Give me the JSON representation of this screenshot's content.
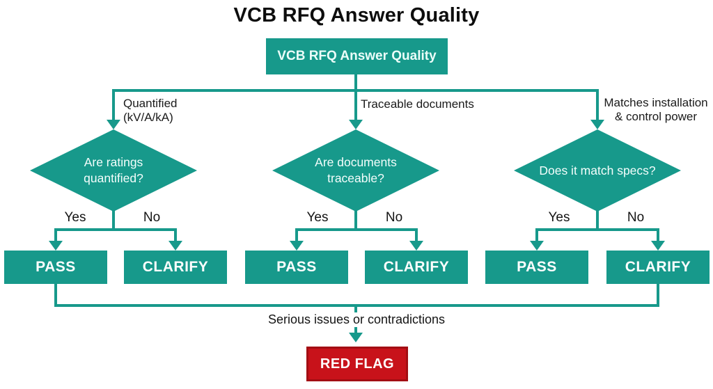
{
  "title": "VCB RFQ Answer Quality",
  "root_label": "VCB RFQ Answer Quality",
  "groups": [
    {
      "branch_line1": "Quantified",
      "branch_line2": "(kV/A/kA)",
      "question": "Are ratings quantified?",
      "yes": "Yes",
      "no": "No",
      "pass": "PASS",
      "clarify": "CLARIFY"
    },
    {
      "branch_line1": "Traceable documents",
      "branch_line2": "",
      "question": "Are documents traceable?",
      "yes": "Yes",
      "no": "No",
      "pass": "PASS",
      "clarify": "CLARIFY"
    },
    {
      "branch_line1": "Matches installation",
      "branch_line2": "& control power",
      "question": "Does it match specs?",
      "yes": "Yes",
      "no": "No",
      "pass": "PASS",
      "clarify": "CLARIFY"
    }
  ],
  "footer": {
    "label": "Serious issues or contradictions",
    "red_flag": "RED FLAG"
  },
  "colors": {
    "teal": "#17998b",
    "red": "#c8121a",
    "text": "#1a1a1a"
  }
}
